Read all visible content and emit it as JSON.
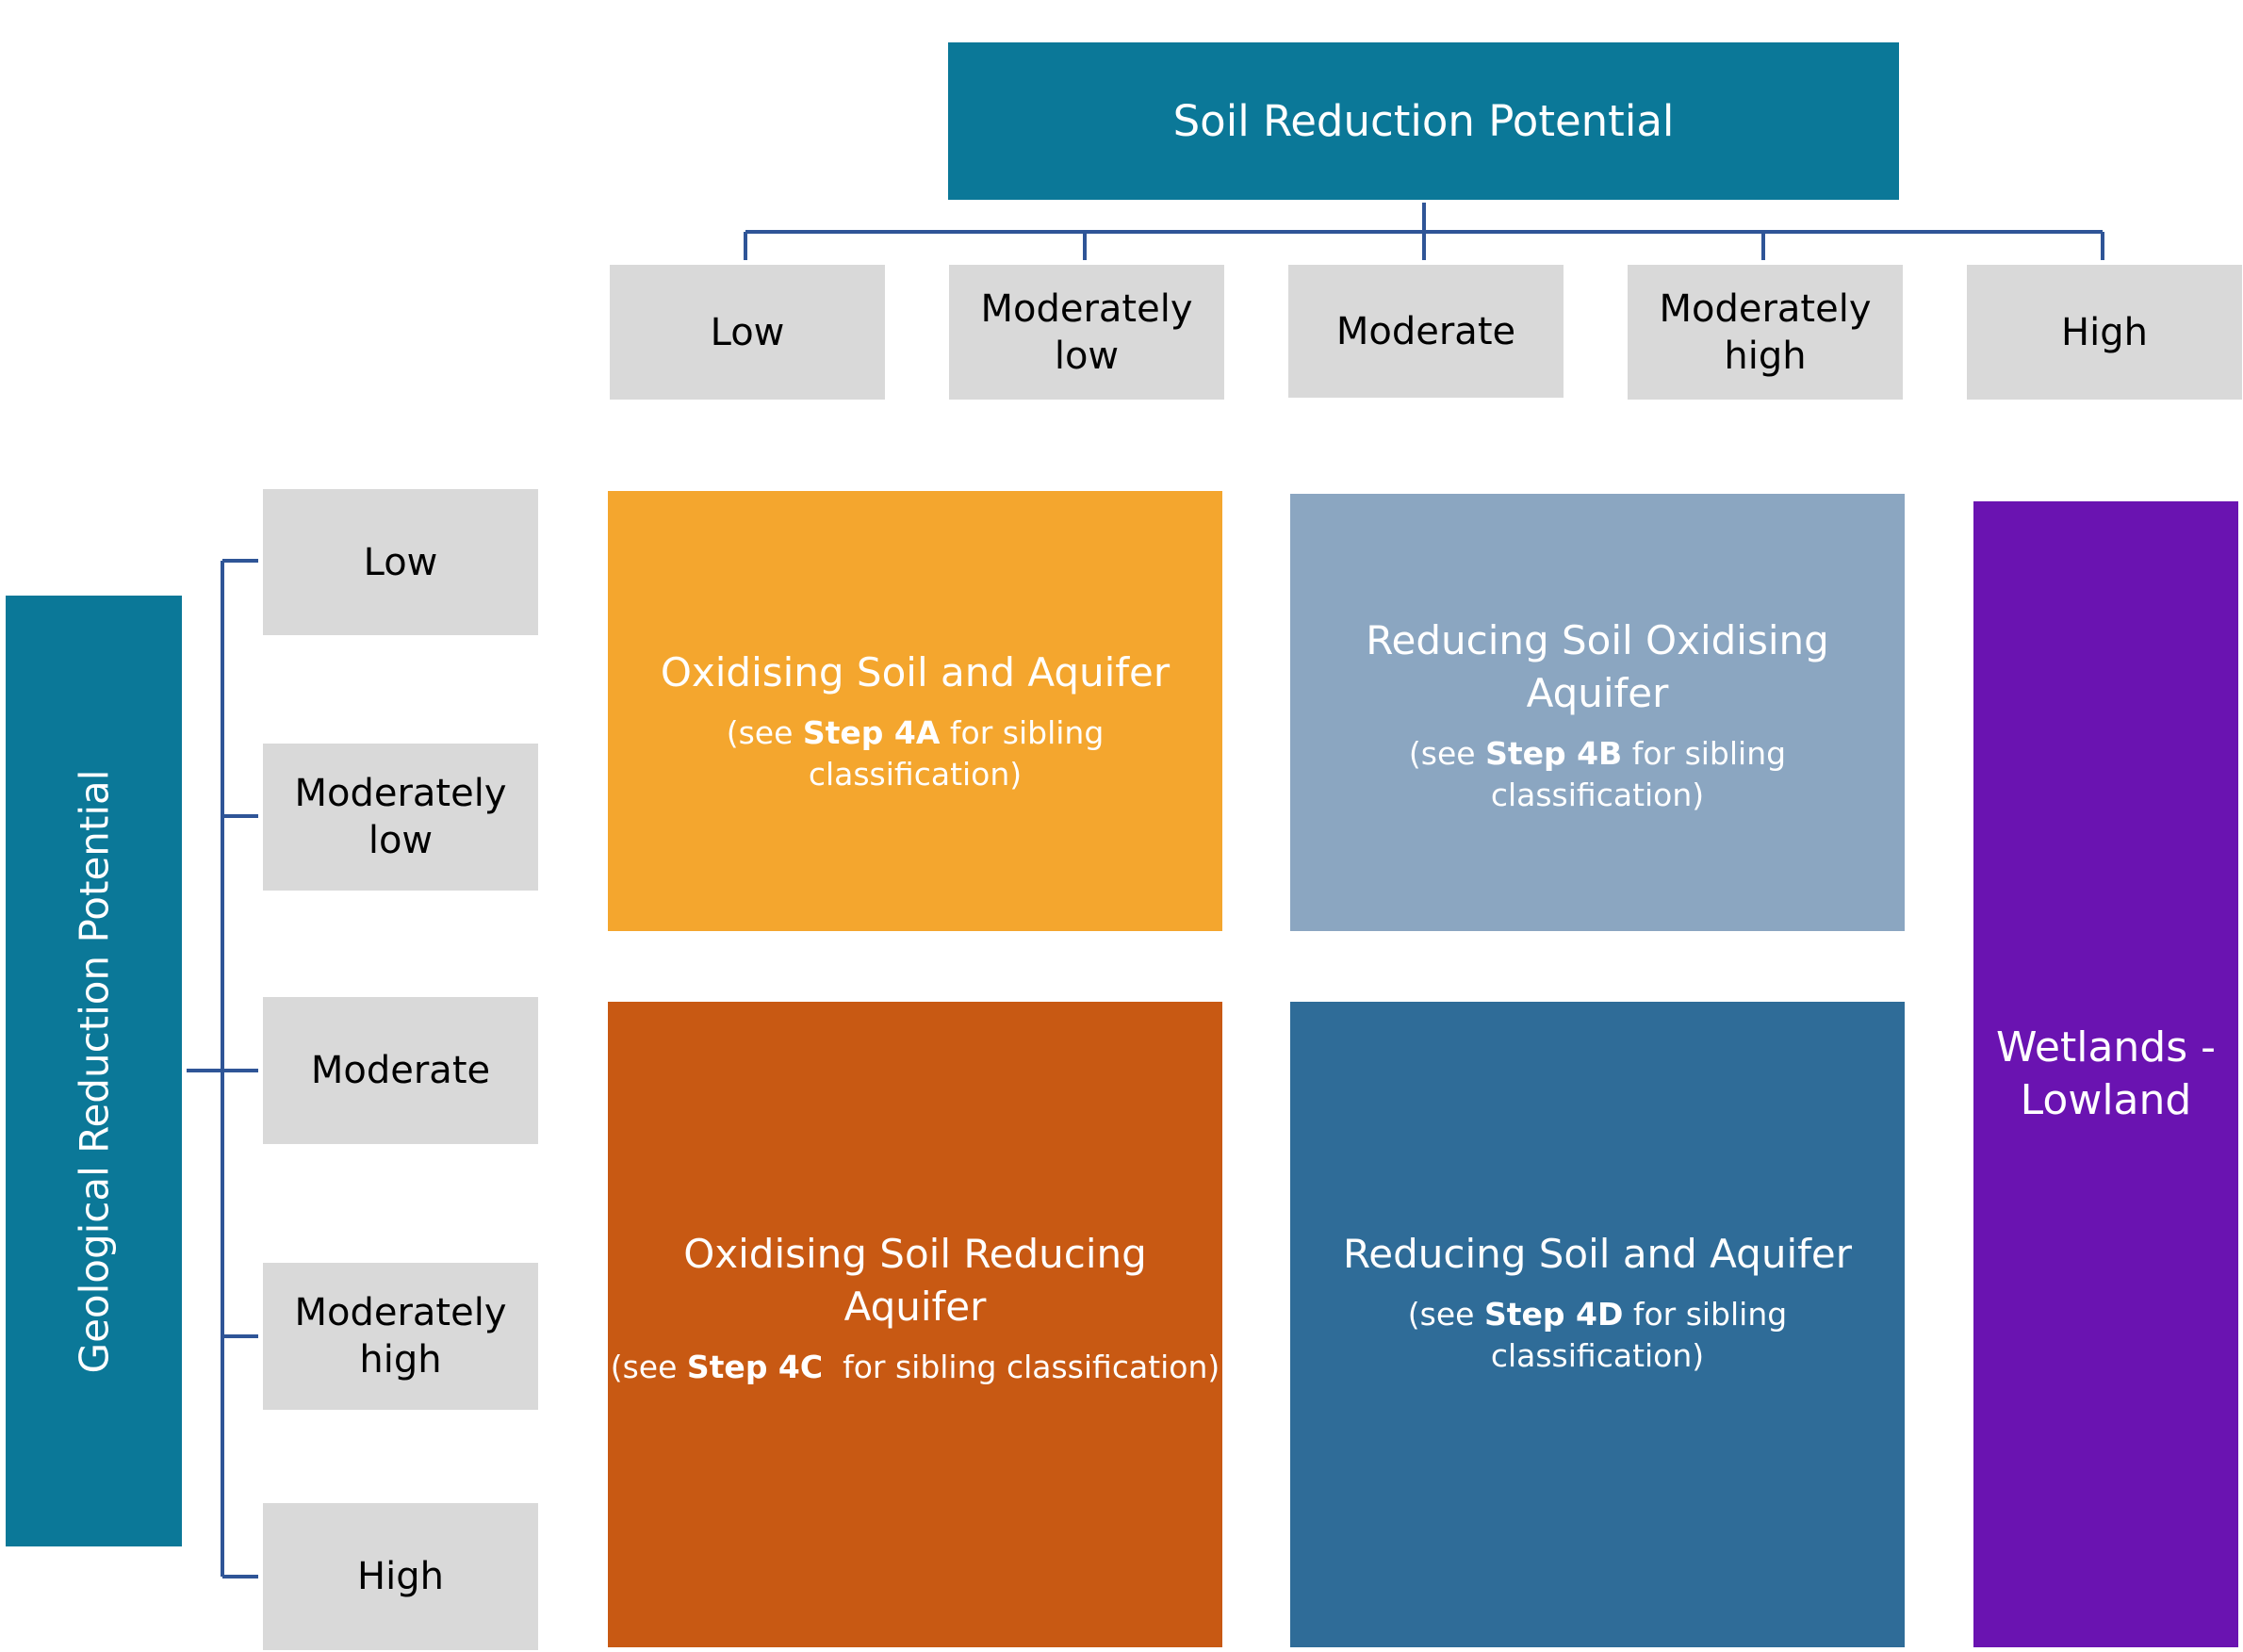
{
  "soil": {
    "title": "Soil Reduction Potential",
    "levels": [
      "Low",
      "Moderately\nlow",
      "Moderate",
      "Moderately\nhigh",
      "High"
    ]
  },
  "geology": {
    "title": "Geological Reduction Potential",
    "levels": [
      "Low",
      "Moderately\nlow",
      "Moderate",
      "Moderately\nhigh",
      "High"
    ]
  },
  "zones": {
    "a": {
      "title": "Oxidising Soil and Aquifer",
      "sub_pre": "(see ",
      "step": "Step 4A",
      "sub_post": " for sibling classification)"
    },
    "b": {
      "title": "Reducing Soil Oxidising Aquifer",
      "sub_pre": "(see ",
      "step": "Step 4B",
      "sub_post": " for sibling classification)"
    },
    "c": {
      "title": "Oxidising Soil Reducing Aquifer",
      "sub_pre": "(see ",
      "step": "Step 4C",
      "sub_post": "  for sibling classification)"
    },
    "d": {
      "title": "Reducing Soil and Aquifer",
      "sub_pre": "(see ",
      "step": "Step 4D",
      "sub_post": " for sibling classification)"
    },
    "w": {
      "title": "Wetlands - Lowland"
    }
  },
  "colors": {
    "header": "#0b7898",
    "level_box": "#d9d9d9",
    "connector": "#2f5597",
    "zone_a": "#f4a62e",
    "zone_b": "#8ba6c1",
    "zone_c": "#c85913",
    "zone_d": "#2f6c98",
    "zone_w": "#6a13b1"
  }
}
